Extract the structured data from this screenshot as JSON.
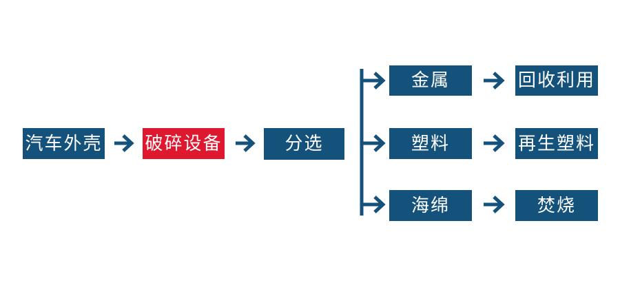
{
  "colors": {
    "primary_blue": "#15527b",
    "highlight_red": "#de182e",
    "node_text": "#ffffff",
    "background": "#ffffff"
  },
  "icons": {
    "arrow_right": "→"
  },
  "nodes": {
    "car_shell": {
      "label": "汽车外壳"
    },
    "crushing_equipment": {
      "label": "破碎设备"
    },
    "sorting": {
      "label": "分选"
    },
    "metal": {
      "label": "金属"
    },
    "recycling": {
      "label": "回收利用"
    },
    "plastic": {
      "label": "塑料"
    },
    "recycled_plastic": {
      "label": "再生塑料"
    },
    "sponge": {
      "label": "海绵"
    },
    "incineration": {
      "label": "焚烧"
    }
  }
}
